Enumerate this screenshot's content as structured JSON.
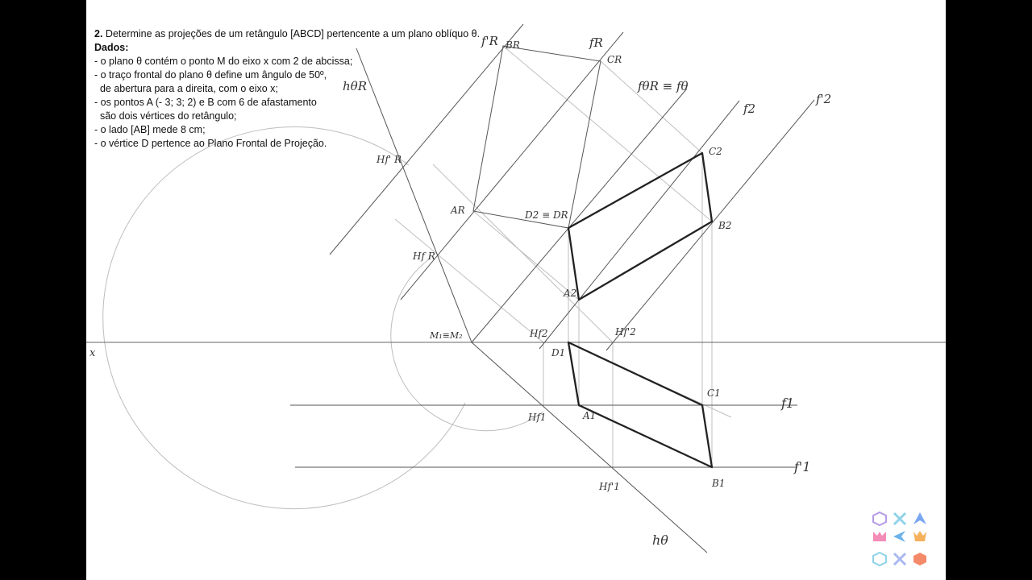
{
  "problem": {
    "number": "2.",
    "statement": "Determine as projeções de um retângulo [ABCD] pertencente a um plano oblíquo θ.",
    "heading": "Dados:",
    "items": [
      "- o plano θ contém o ponto M do eixo x com 2 de abcissa;",
      "- o traço frontal do plano θ define um ângulo de 50º,",
      "  de abertura para a direita, com o eixo x;",
      "- os pontos A (- 3; 3; 2) e B com 6 de afastamento",
      "  são dois vértices do retângulo;",
      "- o lado [AB] mede 8 cm;",
      "- o vértice D pertence ao Plano Frontal de Projeção."
    ]
  },
  "diagram": {
    "labels": {
      "axis_x": "x",
      "m": "M₁≡M₂",
      "h_theta": "hθ",
      "h_theta_r": "hθR",
      "f_theta_r": "fθR ≡ fθ",
      "f_r": "fR",
      "f_r_prime": "f'R",
      "f2": "f2",
      "f2_prime": "f'2",
      "f1": "f1",
      "f1_prime": "f'1",
      "hf_r": "Hf R",
      "hf_r_prime": "Hf' R",
      "hf2": "Hf2",
      "hf2_prime": "Hf'2",
      "hf1": "Hf1",
      "hf1_prime": "Hf'1",
      "a_r": "AR",
      "b_r": "BR",
      "c_r": "CR",
      "d_r": "D2 ≡ DR",
      "a2": "A2",
      "b2": "B2",
      "c2": "C2",
      "a1": "A1",
      "b1": "B1",
      "c1": "C1",
      "d1": "D1"
    }
  }
}
